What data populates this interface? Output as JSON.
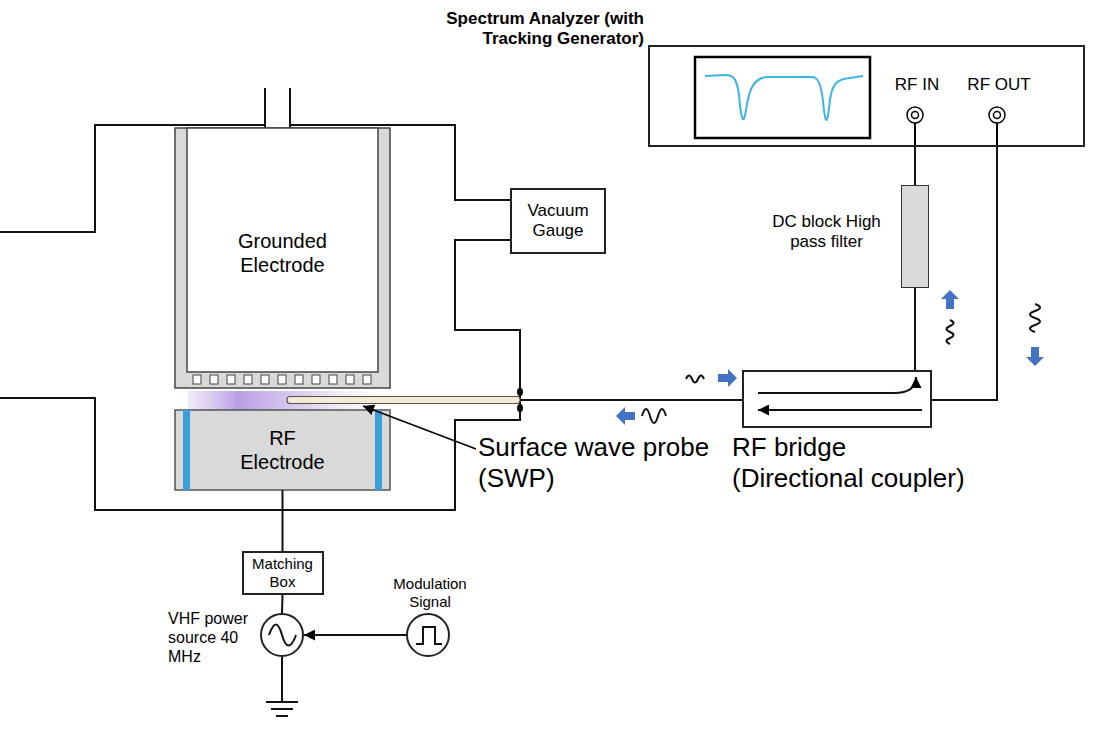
{
  "diagram": {
    "nodes": [
      {
        "text": [
          "Spectrum Analyzer (with Tracking Generator)",
          "RF IN",
          "RF OUT"
        ]
      },
      {
        "text": [
          "Grounded Electrode"
        ]
      },
      {
        "text": [
          "Vacuum Gauge"
        ]
      },
      {
        "text": [
          "DC block High pass filter"
        ]
      },
      {
        "text": [
          "RF Electrode"
        ]
      },
      {
        "text": [
          "RF bridge (Directional coupler)"
        ]
      },
      {
        "text": [
          "Matching Box"
        ]
      },
      {
        "text": [
          "Modulation Signal"
        ]
      },
      {
        "text": [
          "VHF power source 40 MHz"
        ]
      }
    ],
    "edges": [
      {
        "from": 5,
        "to": 3,
        "arrow": "none"
      },
      {
        "from": 3,
        "to": 0,
        "arrow": "none"
      },
      {
        "from": 0,
        "to": 5,
        "arrow": "none"
      },
      {
        "from": 6,
        "to": 4,
        "arrow": "none"
      },
      {
        "from": 8,
        "to": 6,
        "arrow": "none"
      },
      {
        "from": 7,
        "to": 8,
        "arrow": "to"
      }
    ],
    "labels": [
      "Surface wave probe (SWP)"
    ]
  }
}
